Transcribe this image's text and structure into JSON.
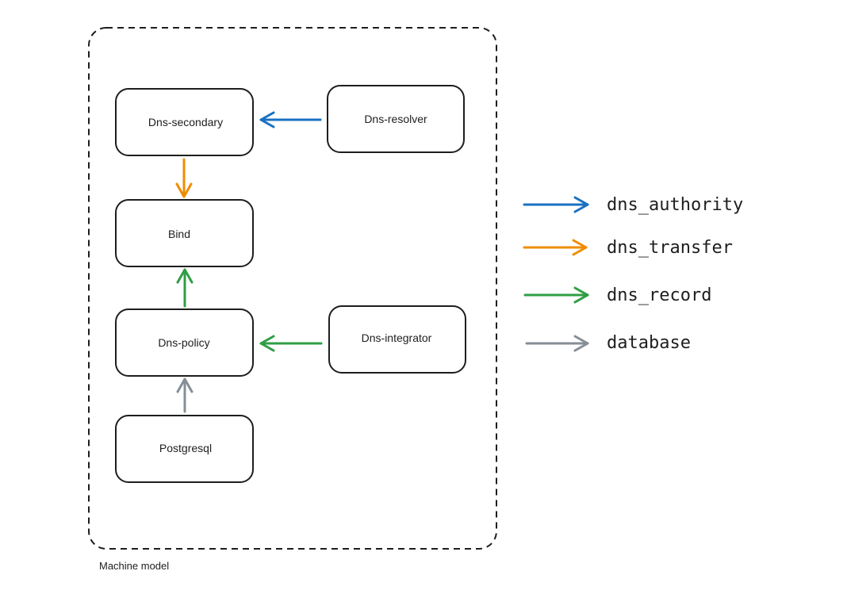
{
  "frame": {
    "label": "Machine model"
  },
  "nodes": {
    "dns_secondary": {
      "label": "Dns-secondary"
    },
    "dns_resolver": {
      "label": "Dns-resolver"
    },
    "bind": {
      "label": "Bind"
    },
    "dns_policy": {
      "label": "Dns-policy"
    },
    "dns_integrator": {
      "label": "Dns-integrator"
    },
    "postgresql": {
      "label": "Postgresql"
    }
  },
  "colors": {
    "dns_authority": "#1971c2",
    "dns_transfer": "#f08c00",
    "dns_record": "#2f9e44",
    "database": "#868e96"
  },
  "legend": [
    {
      "label": "dns_authority",
      "color_key": "dns_authority"
    },
    {
      "label": "dns_transfer",
      "color_key": "dns_transfer"
    },
    {
      "label": "dns_record",
      "color_key": "dns_record"
    },
    {
      "label": "database",
      "color_key": "database"
    }
  ],
  "edges": [
    {
      "from": "dns_resolver",
      "to": "dns_secondary",
      "kind": "dns_authority"
    },
    {
      "from": "dns_secondary",
      "to": "bind",
      "kind": "dns_transfer"
    },
    {
      "from": "dns_policy",
      "to": "bind",
      "kind": "dns_record"
    },
    {
      "from": "dns_integrator",
      "to": "dns_policy",
      "kind": "dns_record"
    },
    {
      "from": "postgresql",
      "to": "dns_policy",
      "kind": "database"
    }
  ]
}
